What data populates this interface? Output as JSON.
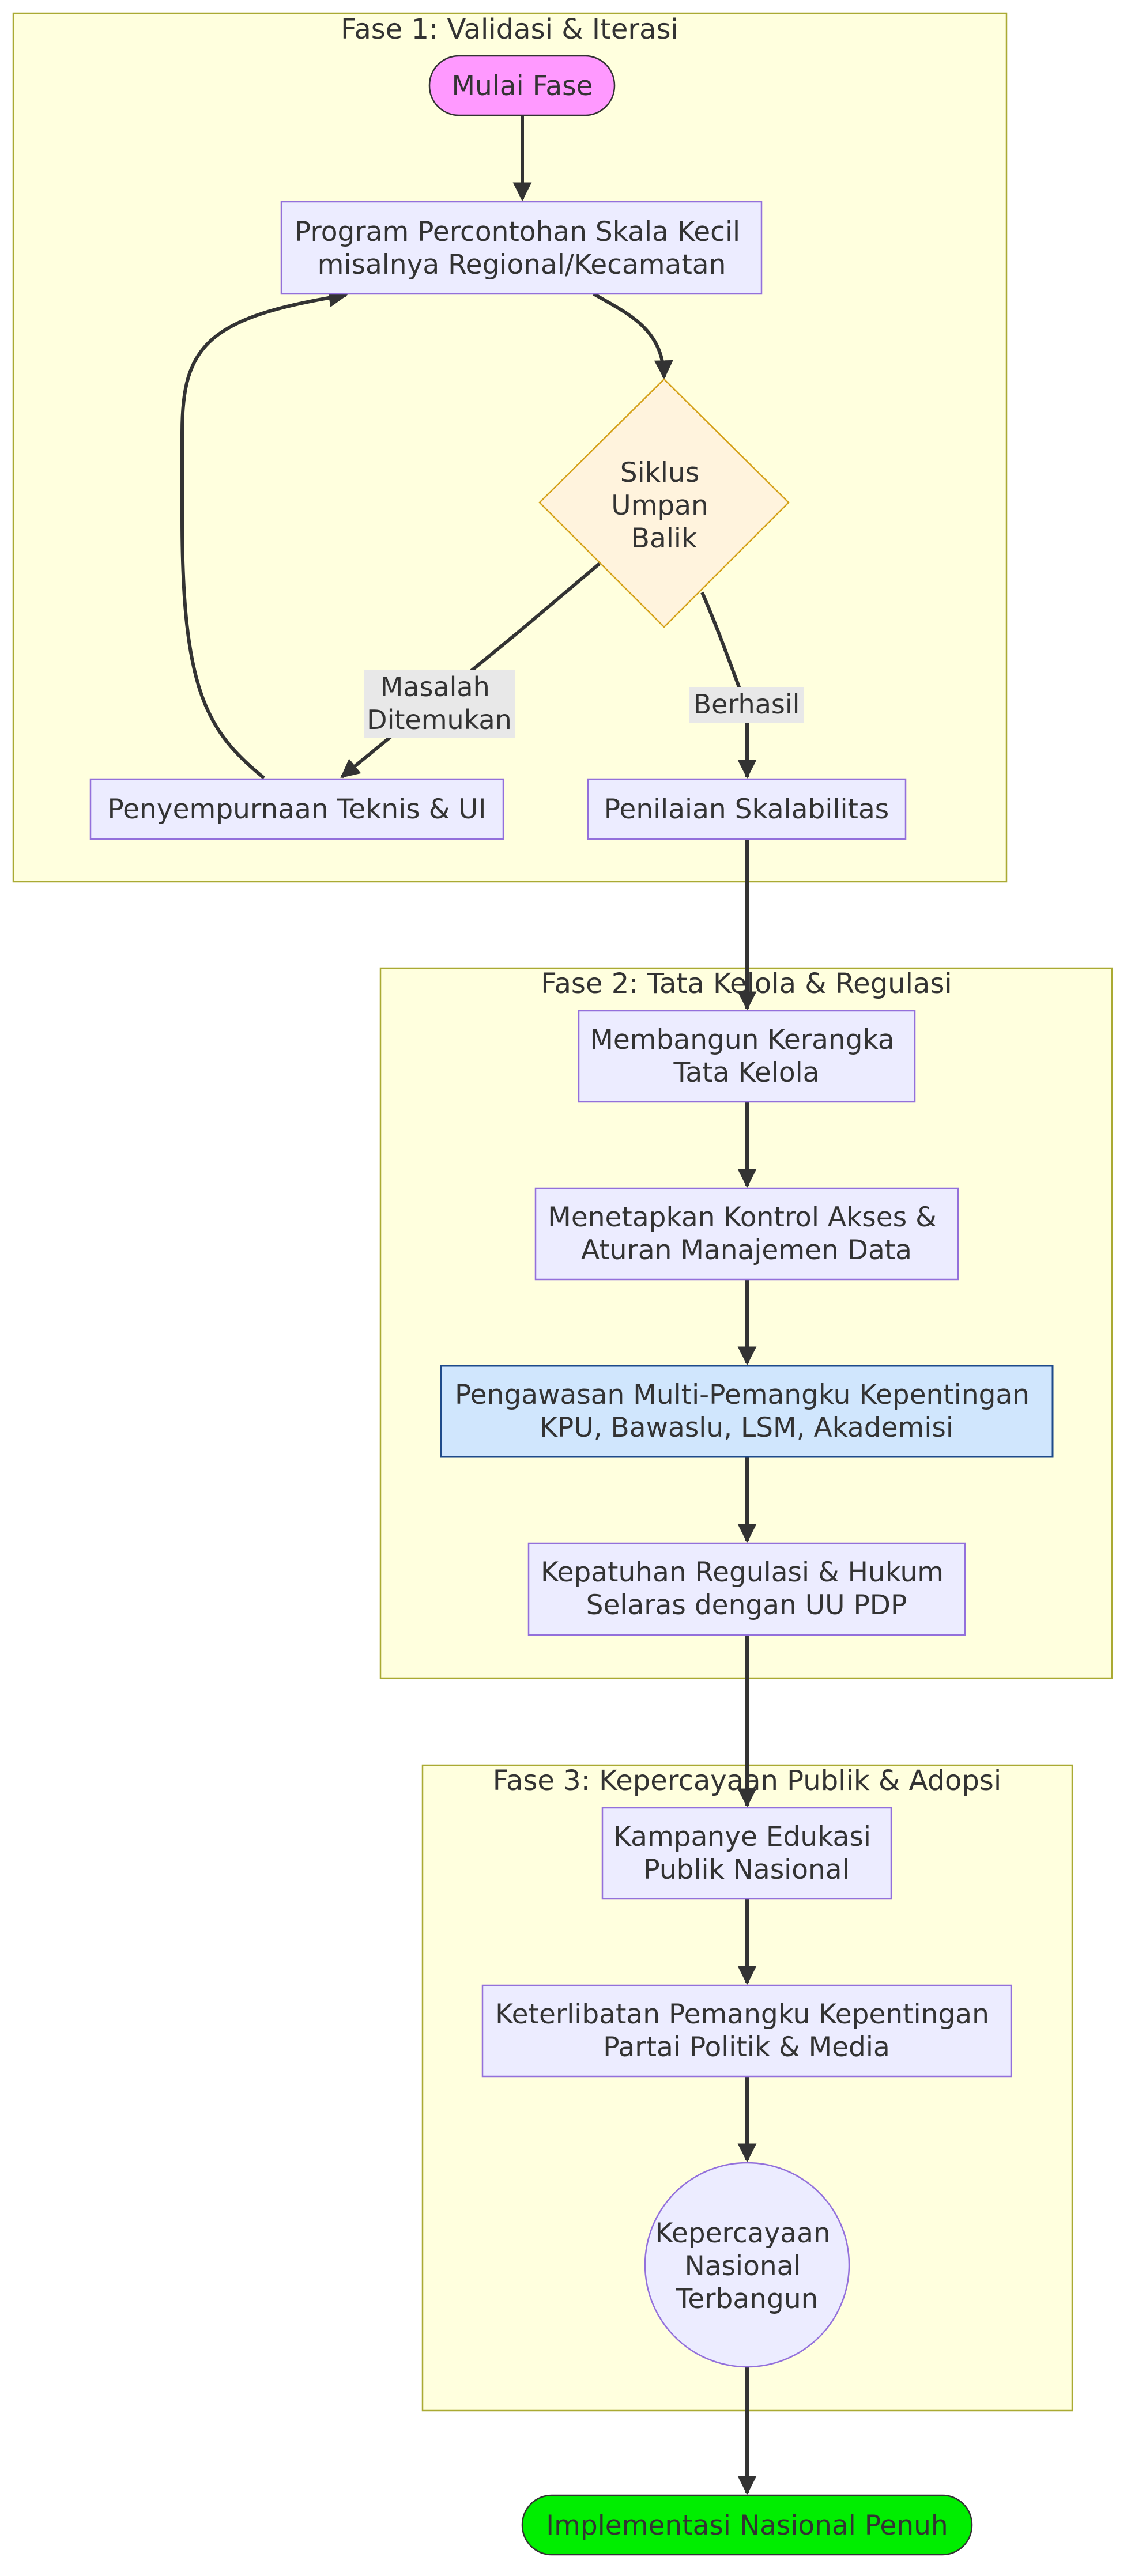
{
  "clusters": {
    "fase1": "Fase 1: Validasi & Iterasi",
    "fase2": "Fase 2: Tata Kelola & Regulasi",
    "fase3": "Fase 3: Kepercayaan Publik & Adopsi"
  },
  "nodes": {
    "start": "Mulai Fase",
    "pilot": [
      "Program Percontohan Skala Kecil",
      "misalnya Regional/Kecamatan"
    ],
    "feedback": [
      "Siklus",
      "Umpan",
      "Balik"
    ],
    "refine": "Penyempurnaan Teknis & UI",
    "scalability": "Penilaian Skalabilitas",
    "governance": [
      "Membangun Kerangka",
      "Tata Kelola"
    ],
    "access": [
      "Menetapkan Kontrol Akses &",
      "Aturan Manajemen Data"
    ],
    "oversight": [
      "Pengawasan Multi-Pemangku Kepentingan",
      "KPU, Bawaslu, LSM, Akademisi"
    ],
    "compliance": [
      "Kepatuhan Regulasi & Hukum",
      "Selaras dengan UU PDP"
    ],
    "campaign": [
      "Kampanye Edukasi",
      "Publik Nasional"
    ],
    "engagement": [
      "Keterlibatan Pemangku Kepentingan",
      "Partai Politik & Media"
    ],
    "trust": [
      "Kepercayaan",
      "Nasional",
      "Terbangun"
    ],
    "end": "Implementasi Nasional Penuh"
  },
  "edges": {
    "issues": [
      "Masalah",
      "Ditemukan"
    ],
    "success": "Berhasil"
  },
  "colors": {
    "cluster_fill": "#ffffde",
    "node_fill": "#ececff",
    "start_fill": "#ff99ff",
    "end_fill": "#00ee00",
    "oversight_fill": "#d0e6fd",
    "decision_fill": "#fff3dd"
  }
}
